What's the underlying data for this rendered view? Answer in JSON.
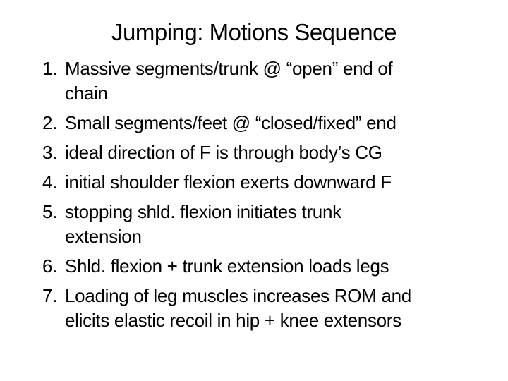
{
  "slide": {
    "title": "Jumping: Motions Sequence",
    "background_color": "#ffffff",
    "text_color": "#000000",
    "items": [
      {
        "number": "1.",
        "text": "Massive segments/trunk @ “open” end of\nchain"
      },
      {
        "number": "2.",
        "text": "Small segments/feet @ “closed/fixed” end"
      },
      {
        "number": "3.",
        "text": "ideal direction of F is through body’s CG"
      },
      {
        "number": "4.",
        "text": "initial shoulder flexion exerts downward F"
      },
      {
        "number": "5.",
        "text": "stopping shld. flexion initiates trunk\nextension"
      },
      {
        "number": "6.",
        "text": "Shld. flexion + trunk extension loads legs"
      },
      {
        "number": "7.",
        "text": "Loading of leg muscles increases ROM and\nelicits elastic recoil in hip + knee extensors"
      }
    ]
  }
}
